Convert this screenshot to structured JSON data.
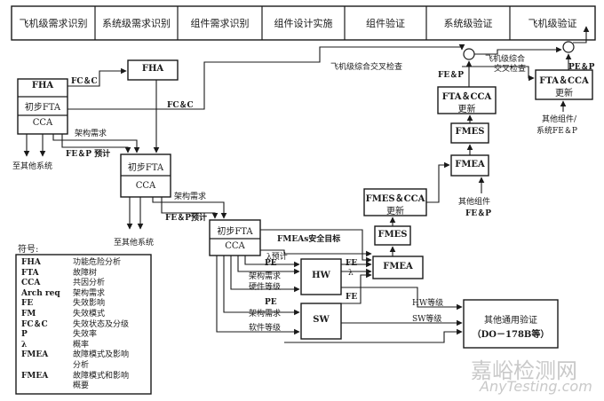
{
  "phases": [
    "飞机级需求识别",
    "系统级需求识别",
    "组件需求识别",
    "组件设计实施",
    "组件验证",
    "系统级验证",
    "飞机级验证"
  ],
  "aircraft_box": {
    "fha": "FHA",
    "fta": "初步FTA",
    "cca": "CCA"
  },
  "fha_box": "FHA",
  "system_box": {
    "fta": "初步FTA",
    "cca": "CCA"
  },
  "component_box": {
    "fta": "初步FTA",
    "cca": "CCA"
  },
  "hw_box": "HW",
  "sw_box": "SW",
  "fmea_low": "FMEA",
  "fmes_low": "FMES",
  "fmes_cca_low": [
    "FMES＆CCA",
    "更新"
  ],
  "fmea_high": "FMEA",
  "fmes_high": "FMES",
  "fta_cca_high": [
    "FTA＆CCA",
    "更新"
  ],
  "fta_cca_top": [
    "FTA＆CCA",
    "更新"
  ],
  "verify_box": [
    "其他通用验证",
    "（DO－178B等）"
  ],
  "labels": {
    "fc_c_1": "FC＆C",
    "fc_c_2": "FC＆C",
    "arch_1": "架构需求",
    "fep_1": "FE＆P 预计",
    "to_other_1": "至其他系统",
    "arch_2": "架构需求",
    "fep_2": "FE＆P预计",
    "to_other_2": "至其他系统",
    "fmea_target": "FMEAs安全目标",
    "lambda_est": "λ预计",
    "pe_1": "PE",
    "arch_3": "架构需求",
    "hw_level": "硬件等级",
    "pe_2": "PE",
    "arch_4": "架构需求",
    "sw_level": "软件等级",
    "fe_a": "FE",
    "lambda_a": "λ",
    "fe_b": "FE",
    "hw_grade": "HW等级",
    "sw_grade": "SW等级",
    "other_comp_1": [
      "其他组件",
      "FE＆P"
    ],
    "other_comp_2": [
      "其他组件/",
      "系统FE＆P"
    ],
    "fep_mid": "FE＆P",
    "fep_top": "PE＆P",
    "aircraft_check": "飞机级综合交叉检查",
    "aircraft_check_2": [
      "飞机级综合",
      "交叉检查"
    ]
  },
  "legend": {
    "title": "符号:",
    "rows": [
      {
        "k": "FHA",
        "v": "功能危险分析"
      },
      {
        "k": "FTA",
        "v": "故障树"
      },
      {
        "k": "CCA",
        "v": "共因分析"
      },
      {
        "k": "Arch req",
        "v": "架构需求"
      },
      {
        "k": "FE",
        "v": "失效影响"
      },
      {
        "k": "FM",
        "v": "失效模式"
      },
      {
        "k": "FC＆C",
        "v": "失效状态及分级"
      },
      {
        "k": "P",
        "v": "失效率"
      },
      {
        "k": "λ",
        "v": "概率"
      },
      {
        "k": "FMEA",
        "v": "故障模式及影响"
      },
      {
        "k": "",
        "v": "分析"
      },
      {
        "k": "FMEA",
        "v": "故障模式和影响"
      },
      {
        "k": "",
        "v": "概要"
      }
    ]
  },
  "watermark": {
    "cn": "嘉峪检测网",
    "en": "AnyTesting.com"
  }
}
